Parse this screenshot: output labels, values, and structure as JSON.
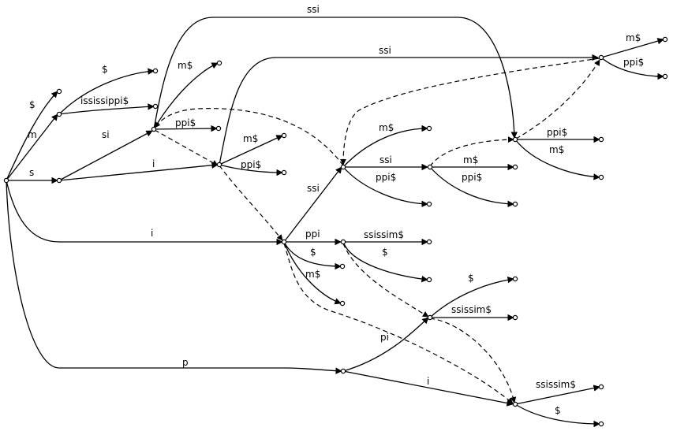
{
  "diagram": {
    "type": "suffix-tree",
    "nodes": [
      "root",
      "m",
      "s",
      "si",
      "i",
      "ssi_m",
      "ssi_i",
      "ssi_is",
      "i_top",
      "ppi_i",
      "p",
      "pi_p",
      "i_p",
      "leaf_root_dollar",
      "leaf_m_dollar",
      "leaf_m_ississippi",
      "leaf_si_m",
      "leaf_si_ppi",
      "leaf_i_m",
      "leaf_i_ppi",
      "leaf_ssim_m",
      "leaf_ssim_ppi",
      "leaf_ssii_m",
      "leaf_ssii_ppi",
      "leaf_ssiis_m",
      "leaf_ssiis_ppi",
      "leaf_ssiss_ppi",
      "leaf_ssiss_m",
      "leaf_itop_dollar",
      "leaf_itop_m",
      "leaf_ppi_ssissim",
      "leaf_ppi_dollar",
      "leaf_pip_dollar",
      "leaf_pip_ssissim",
      "leaf_ip_ssissim",
      "leaf_ip_dollar"
    ],
    "edges": [
      {
        "id": "root-dollar",
        "label": "$"
      },
      {
        "id": "root-m",
        "label": "m"
      },
      {
        "id": "root-s",
        "label": "s"
      },
      {
        "id": "root-i",
        "label": "i"
      },
      {
        "id": "root-p",
        "label": "p"
      },
      {
        "id": "m-dollar",
        "label": "$"
      },
      {
        "id": "m-ississippi",
        "label": "ississippi$"
      },
      {
        "id": "s-si",
        "label": "si"
      },
      {
        "id": "s-i",
        "label": "i"
      },
      {
        "id": "si-ssi",
        "label": "ssi"
      },
      {
        "id": "si-m",
        "label": "m$"
      },
      {
        "id": "si-ppi",
        "label": "ppi$"
      },
      {
        "id": "i-ssi",
        "label": "ssi"
      },
      {
        "id": "i-m",
        "label": "m$"
      },
      {
        "id": "i-ppi",
        "label": "ppi$"
      },
      {
        "id": "ssim-m",
        "label": "m$"
      },
      {
        "id": "ssim-ppi",
        "label": "ppi$"
      },
      {
        "id": "itop-ssi",
        "label": "ssi"
      },
      {
        "id": "itop-ppi",
        "label": "ppi"
      },
      {
        "id": "itop-dollar",
        "label": "$"
      },
      {
        "id": "itop-m",
        "label": "m$"
      },
      {
        "id": "ssii-m",
        "label": "m$"
      },
      {
        "id": "ssii-ssi",
        "label": "ssi"
      },
      {
        "id": "ssii-ppi",
        "label": "ppi$"
      },
      {
        "id": "ssiis-m",
        "label": "m$"
      },
      {
        "id": "ssiis-ppi",
        "label": "ppi$"
      },
      {
        "id": "ssiss-ppi",
        "label": "ppi$"
      },
      {
        "id": "ssiss-m",
        "label": "m$"
      },
      {
        "id": "ppi-ssissim",
        "label": "ssissim$"
      },
      {
        "id": "ppi-dollar",
        "label": "$"
      },
      {
        "id": "p-pi",
        "label": "pi"
      },
      {
        "id": "p-i",
        "label": "i"
      },
      {
        "id": "pip-dollar",
        "label": "$"
      },
      {
        "id": "pip-ssissim",
        "label": "ssissim$"
      },
      {
        "id": "ip-ssissim",
        "label": "ssissim$"
      },
      {
        "id": "ip-dollar",
        "label": "$"
      }
    ]
  }
}
